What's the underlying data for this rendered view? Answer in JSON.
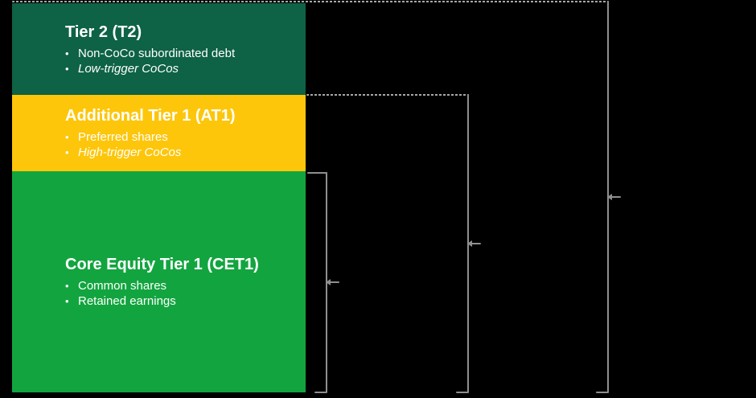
{
  "diagram": {
    "background_color": "#000000",
    "bracket_line_color": "#8f8f8f",
    "blocks": {
      "t2": {
        "title": "Tier 2 (T2)",
        "bullet1": "Non-CoCo subordinated debt",
        "bullet2": "Low-trigger CoCos",
        "color": "#0e6246"
      },
      "at1": {
        "title": "Additional Tier 1 (AT1)",
        "bullet1": "Preferred shares",
        "bullet2": "High-trigger CoCos",
        "color": "#fdc60b"
      },
      "cet1": {
        "title": "Core Equity Tier 1 (CET1)",
        "bullet1": "Common shares",
        "bullet2": "Retained earnings",
        "color": "#12a53f"
      }
    },
    "bullet_marker": "•"
  }
}
